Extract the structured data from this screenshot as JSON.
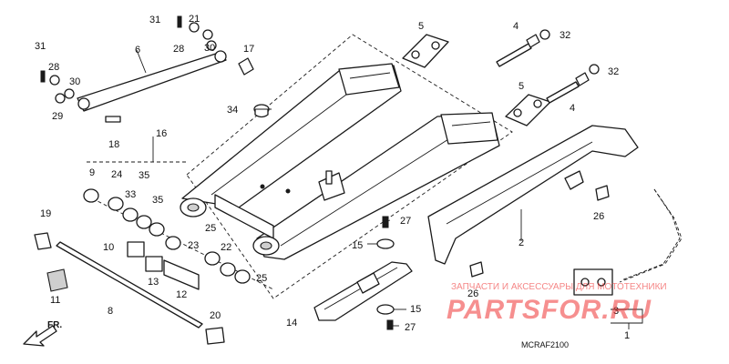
{
  "diagram": {
    "code": "MCRAF2100",
    "direction": "FR.",
    "callouts": {
      "c1": "1",
      "c2": "2",
      "c3": "3",
      "c4a": "4",
      "c4b": "4",
      "c5a": "5",
      "c5b": "5",
      "c6": "6",
      "c8": "8",
      "c9": "9",
      "c10": "10",
      "c11": "11",
      "c12": "12",
      "c13": "13",
      "c14": "14",
      "c15a": "15",
      "c15b": "15",
      "c16": "16",
      "c17": "17",
      "c18": "18",
      "c19": "19",
      "c20": "20",
      "c21": "21",
      "c22": "22",
      "c23": "23",
      "c24": "24",
      "c25a": "25",
      "c25b": "25",
      "c26a": "26",
      "c26b": "26",
      "c27a": "27",
      "c27b": "27",
      "c28a": "28",
      "c28b": "28",
      "c29": "29",
      "c30": "30",
      "c31a": "31",
      "c31b": "31",
      "c32a": "32",
      "c32b": "32",
      "c33": "33",
      "c34": "34",
      "c35a": "35",
      "c35b": "35"
    }
  },
  "watermark": {
    "line1": "ЗАПЧАСТИ И АКСЕССУАРЫ ДЛЯ МОТОТЕХНИКИ",
    "line2": "PARTSFOR.RU"
  }
}
